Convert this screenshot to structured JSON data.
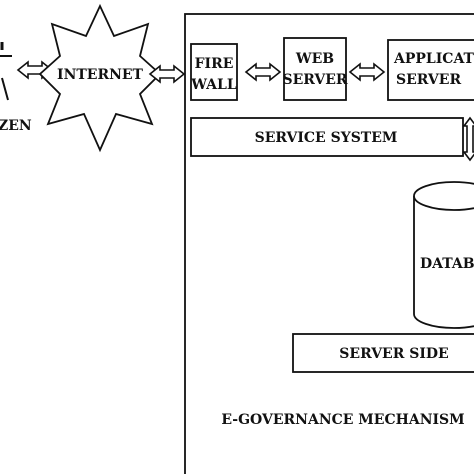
{
  "diagram": {
    "citizen_label": "ZEN",
    "internet_label": "INTERNET",
    "firewall_line1": "FIRE",
    "firewall_line2": "WALL",
    "webserver_line1": "WEB",
    "webserver_line2": "SERVER",
    "appserver_line1": "APPLICATION",
    "appserver_line2": "SERVER",
    "service_system_label": "SERVICE SYSTEM",
    "database_label": "DATABASE",
    "server_side_label": "SERVER SIDE",
    "mechanism_label": "E-GOVERNANCE MECHANISM"
  }
}
